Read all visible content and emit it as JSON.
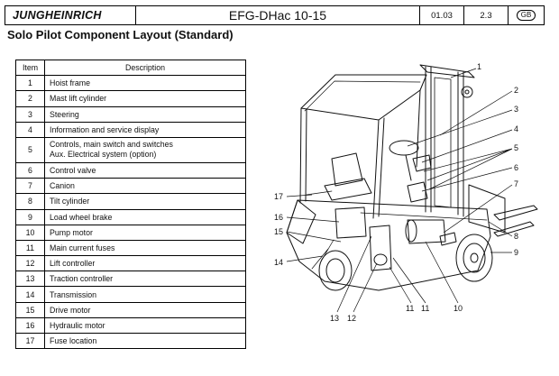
{
  "header": {
    "brand": "JUNGHEINRICH",
    "model": "EFG-DHac 10-15",
    "section": "01.03",
    "page": "2.3",
    "language": "GB"
  },
  "page_title": "Solo Pilot Component Layout (Standard)",
  "table": {
    "col_item": "Item",
    "col_description": "Description",
    "rows": [
      {
        "item": "1",
        "description": "Hoist frame"
      },
      {
        "item": "2",
        "description": "Mast lift cylinder"
      },
      {
        "item": "3",
        "description": "Steering"
      },
      {
        "item": "4",
        "description": "Information and service display"
      },
      {
        "item": "5",
        "description": "Controls, main switch and switches",
        "description2": "Aux. Electrical system (option)"
      },
      {
        "item": "6",
        "description": "Control valve"
      },
      {
        "item": "7",
        "description": "Canion"
      },
      {
        "item": "8",
        "description": "Tilt cylinder"
      },
      {
        "item": "9",
        "description": "Load wheel brake"
      },
      {
        "item": "10",
        "description": "Pump motor"
      },
      {
        "item": "11",
        "description": "Main current fuses"
      },
      {
        "item": "12",
        "description": "Lift controller"
      },
      {
        "item": "13",
        "description": "Traction controller"
      },
      {
        "item": "14",
        "description": "Transmission"
      },
      {
        "item": "15",
        "description": "Drive motor"
      },
      {
        "item": "16",
        "description": "Hydraulic motor"
      },
      {
        "item": "17",
        "description": "Fuse location"
      }
    ]
  },
  "callouts": {
    "c1": "1",
    "c2": "2",
    "c3": "3",
    "c4": "4",
    "c5": "5",
    "c6": "6",
    "c7": "7",
    "c8": "8",
    "c9": "9",
    "c10": "10",
    "c11a": "11",
    "c11b": "11",
    "c12": "12",
    "c13": "13",
    "c14": "14",
    "c15": "15",
    "c16": "16",
    "c17": "17"
  }
}
